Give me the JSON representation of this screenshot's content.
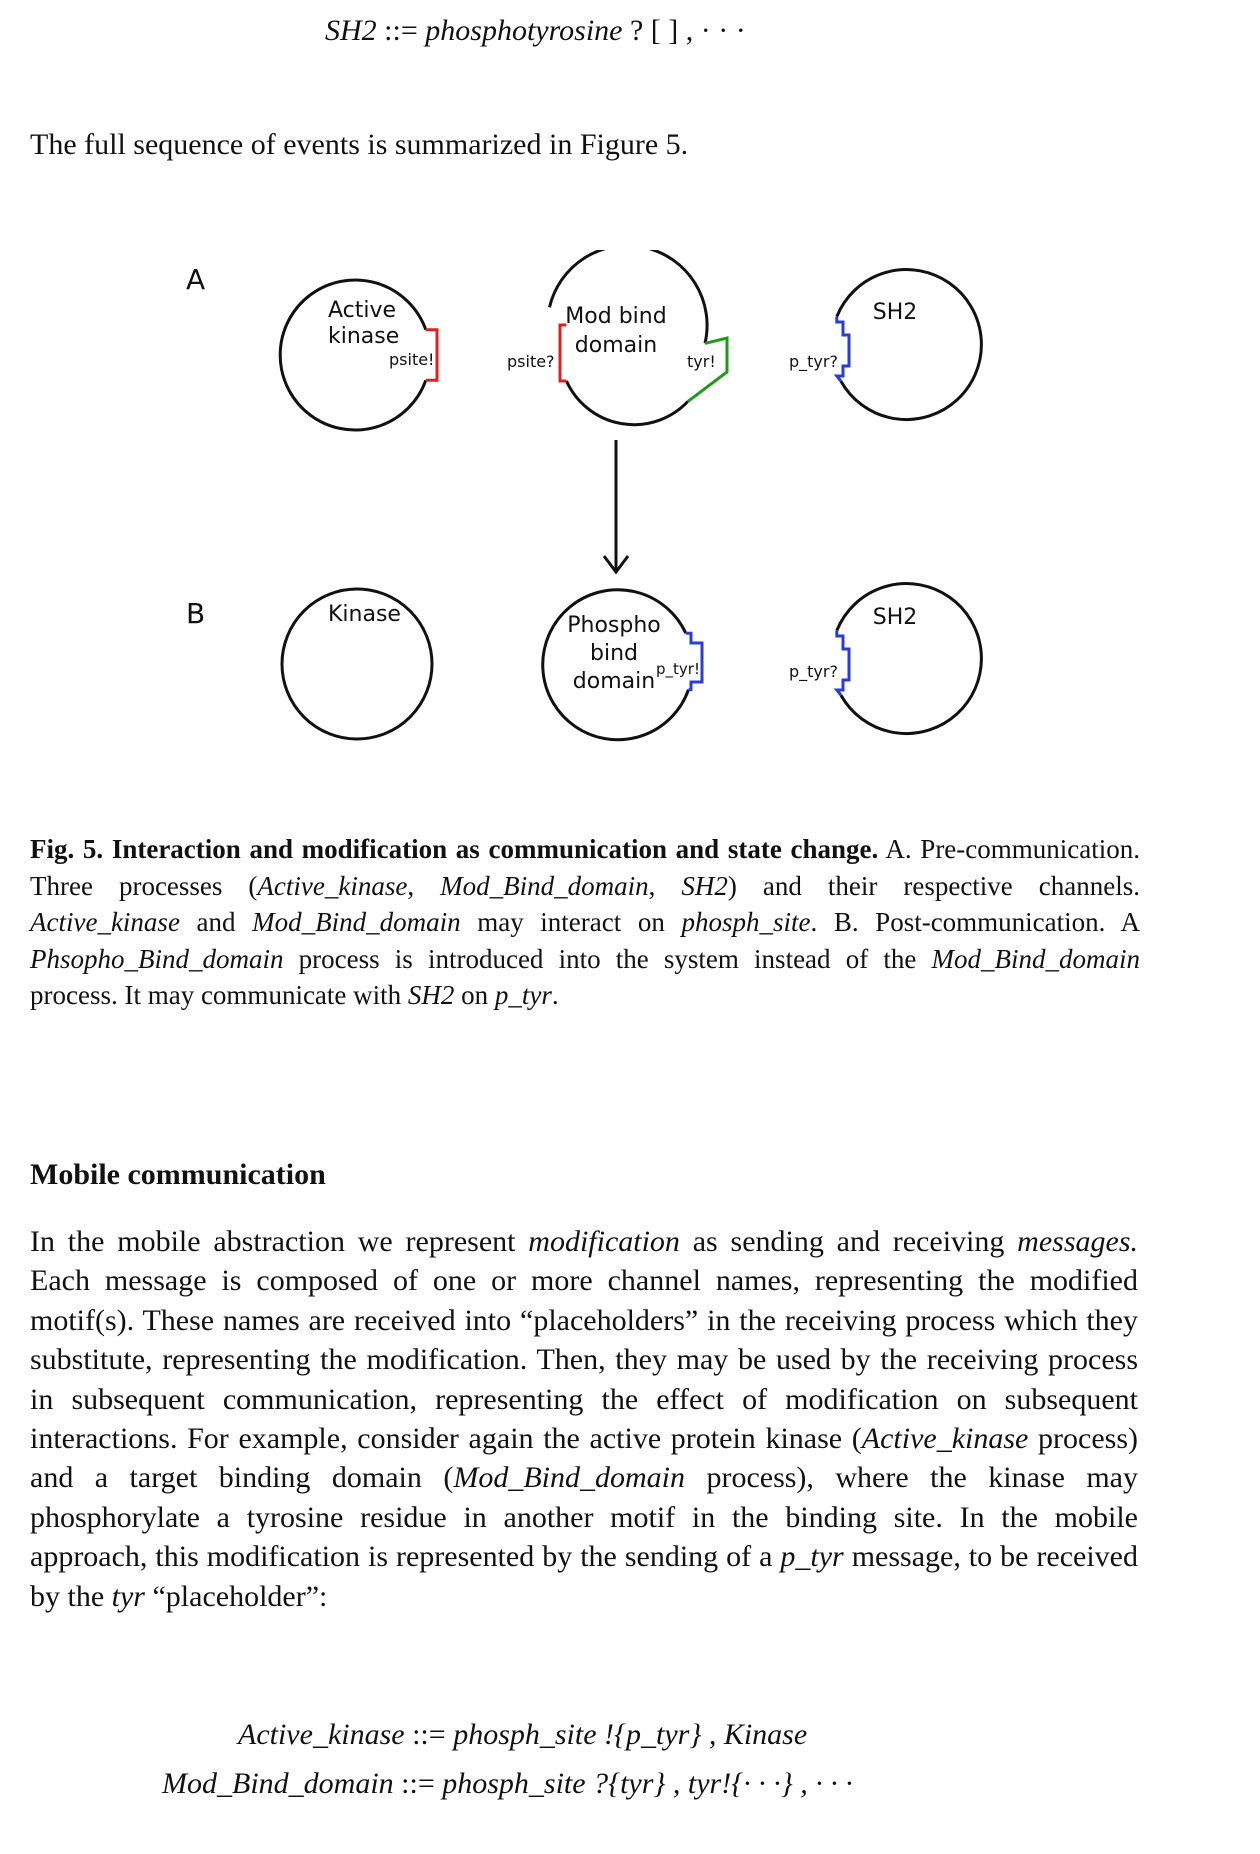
{
  "top_equation": {
    "lhs": "SH2",
    "op": "::=",
    "rhs": "phosphotyrosine",
    "tail": "? [ ] ,  · · ·"
  },
  "intro_text": "The full sequence of events is summarized in Figure 5.",
  "figure": {
    "panel_a": "A",
    "panel_b": "B",
    "a_kinase_1": "Active",
    "a_kinase_2": "kinase",
    "a_kinase_site": "psite!",
    "a_mod_site": "psite?",
    "a_mod_1": "Mod bind",
    "a_mod_2": "domain",
    "a_mod_tyr": "tyr!",
    "a_sh2_site": "p_tyr?",
    "a_sh2_label": "SH2",
    "b_kinase": "Kinase",
    "b_phospho_1": "Phospho",
    "b_phospho_2": "bind",
    "b_phospho_3": "domain",
    "b_phospho_site": "p_tyr!",
    "b_sh2_site": "p_tyr?",
    "b_sh2_label": "SH2",
    "colors": {
      "psite": "#e02020",
      "tyr": "#1f9a1f",
      "p_tyr": "#2a3fd0",
      "line": "#111111"
    }
  },
  "caption": {
    "label": "Fig. 5. Interaction and modification as communication and state change.",
    "s1": " A. Pre-communication. Three processes (",
    "t1": "Active_kinase",
    "s2": ", ",
    "t2": "Mod_Bind_domain",
    "s3": ", ",
    "t3": "SH2",
    "s4": ") and their respective channels. ",
    "t4": "Active_kinase",
    "s5": " and ",
    "t5": "Mod_Bind_domain",
    "s6": " may interact on ",
    "t6": "phosph_site",
    "s7": ". B. Post-communication. A ",
    "t7": "Phsopho_Bind_domain",
    "s8": " process is introduced into the system instead of the ",
    "t8": "Mod_Bind_domain",
    "s9": " process. It may communicate with ",
    "t9": "SH2",
    "s10": " on ",
    "t10": "p_tyr",
    "s11": "."
  },
  "section_heading": "Mobile communication",
  "body": {
    "p1": "In the mobile abstraction we represent ",
    "i1": "modification",
    "p2": " as sending and receiving ",
    "i2": "messages.",
    "p3": " Each message is composed of one or more channel names, representing the modified motif(s). These names are received into “placeholders” in the receiving process which they substitute, representing the modification. Then, they may be used by the receiving process in subsequent communication, representing the effect of modification on subsequent interactions. For example, consider again the active protein kinase (",
    "i3": "Active_kinase",
    "p4": " process) and a target binding domain (",
    "i4": "Mod_Bind_domain",
    "p5": " process), where the kinase may phosphorylate a tyrosine residue in another motif in the binding site. In the mobile approach, this modification is represented by the sending of a ",
    "i5": "p_tyr",
    "p6": " message, to be received by the ",
    "i6": "tyr",
    "p7": " “placeholder”:"
  },
  "equations": [
    {
      "lhs": "Active_kinase",
      "op": " ::= ",
      "rhs": "phosph_site !{p_tyr} , Kinase"
    },
    {
      "lhs": "Mod_Bind_domain",
      "op": " ::= ",
      "rhs": "phosph_site ?{tyr} , tyr!{· · ·} ,  · · ·"
    }
  ]
}
